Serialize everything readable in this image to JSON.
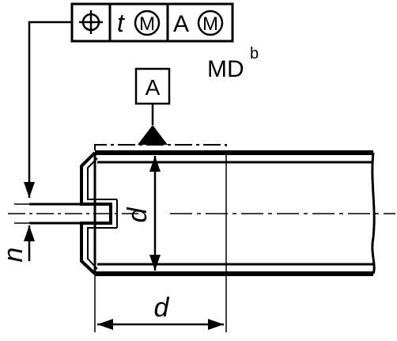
{
  "feature_control_frame": {
    "symbol_icon": "position-icon",
    "tolerance": "t",
    "tolerance_modifier": "M",
    "datum": "A",
    "datum_modifier": "M"
  },
  "note": {
    "text": "MD",
    "superscript": "b"
  },
  "datum_feature": {
    "label": "A"
  },
  "dimensions": {
    "diameter_vertical": "d",
    "length_horizontal": "d",
    "offset": "n"
  }
}
